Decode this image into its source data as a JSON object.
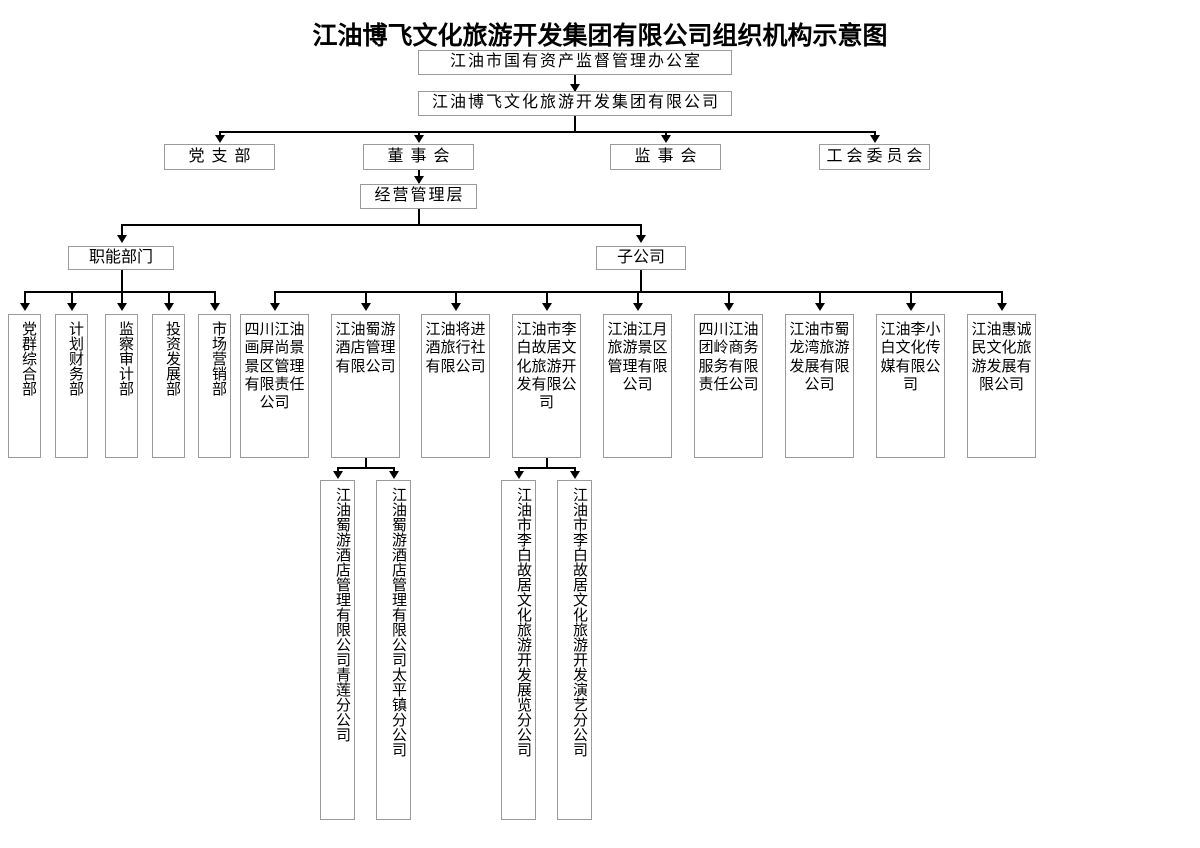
{
  "chart": {
    "title": "江油博飞文化旅游开发集团有限公司组织机构示意图",
    "type": "org-chart"
  },
  "nodes": {
    "supervisor": "江油市国有资产监督管理办公室",
    "group": "江油博飞文化旅游开发集团有限公司",
    "party_branch": "党支部",
    "board_of_directors": "董事会",
    "board_of_supervisors": "监事会",
    "union_committee": "工会委员会",
    "management": "经营管理层",
    "functional_dept_header": "职能部门",
    "subsidiary_header": "子公司"
  },
  "departments": [
    {
      "name": "党群综合部"
    },
    {
      "name": "计划财务部"
    },
    {
      "name": "监察审计部"
    },
    {
      "name": "投资发展部"
    },
    {
      "name": "市场营销部"
    }
  ],
  "subsidiaries": [
    {
      "name": "四川江油画屏尚景景区管理有限责任公司"
    },
    {
      "name": "江油蜀游酒店管理有限公司"
    },
    {
      "name": "江油将进酒旅行社有限公司"
    },
    {
      "name": "江油市李白故居文化旅游开发有限公司"
    },
    {
      "name": "江油江月旅游景区管理有限公司"
    },
    {
      "name": "四川江油团岭商务服务有限责任公司"
    },
    {
      "name": "江油市蜀龙湾旅游发展有限公司"
    },
    {
      "name": "江油李小白文化传媒有限公司"
    },
    {
      "name": "江油惠诚民文化旅游发展有限公司"
    }
  ],
  "branches": [
    {
      "name": "江油蜀游酒店管理有限公司青莲分公司",
      "parent": "江油蜀游酒店管理有限公司"
    },
    {
      "name": "江油蜀游酒店管理有限公司太平镇分公司",
      "parent": "江油蜀游酒店管理有限公司"
    },
    {
      "name": "江油市李白故居文化旅游开发展览分公司",
      "parent": "江油市李白故居文化旅游开发有限公司"
    },
    {
      "name": "江油市李白故居文化旅游开发演艺分公司",
      "parent": "江油市李白故居文化旅游开发有限公司"
    }
  ],
  "colors": {
    "background": "#ffffff",
    "box_border": "#9a9a9a",
    "connector": "#000000",
    "text": "#000000"
  }
}
